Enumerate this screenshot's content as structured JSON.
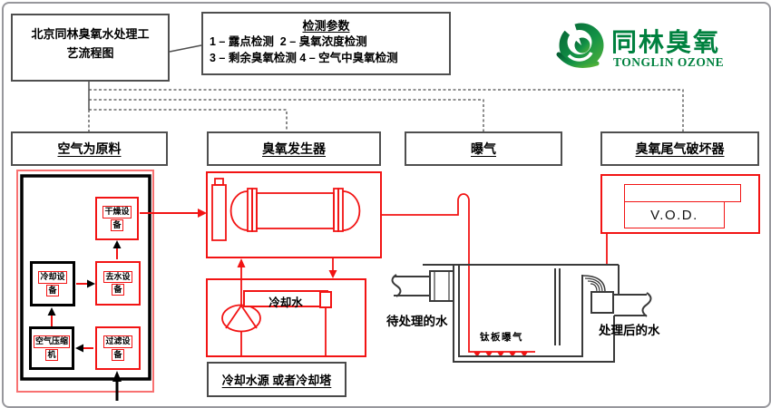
{
  "title_box": {
    "line1": "北京同林臭氧水处理工",
    "line2": "艺流程图"
  },
  "params_box": {
    "title": "检测参数",
    "line1": "1 – 露点检测  2 – 臭氧浓度检测",
    "line2": "3 – 剩余臭氧检测 4 – 空气中臭氧检测"
  },
  "logo": {
    "cn": "同林臭氧",
    "en": "TONGLIN OZONE"
  },
  "stages": [
    {
      "label": "空气为原料"
    },
    {
      "label": "臭氧发生器"
    },
    {
      "label": "曝气"
    },
    {
      "label": "臭氧尾气破坏器"
    }
  ],
  "air_prep": {
    "dryer": {
      "line1": "干燥设",
      "line2": "备"
    },
    "cooler": {
      "line1": "冷却设",
      "line2": "备"
    },
    "dewater": {
      "line1": "去水设",
      "line2": "备"
    },
    "compressor": {
      "line1": "空气压缩",
      "line2": "机"
    },
    "filter": {
      "line1": "过滤设",
      "line2": "备"
    }
  },
  "cooling": {
    "water_label": "冷却水",
    "source_label": "冷却水源 或者冷却塔"
  },
  "aeration": {
    "influent": "待处理的水",
    "diffuser": "钛板曝气",
    "effluent": "处理后的水"
  },
  "destructor": {
    "vod_label": "V.O.D."
  },
  "colors": {
    "red": "#f21414",
    "logo_green": "#00813f",
    "logo_green_light": "#45ad3b",
    "line_gray": "#3a3a3a",
    "border_gray": "#4f4f4f"
  }
}
